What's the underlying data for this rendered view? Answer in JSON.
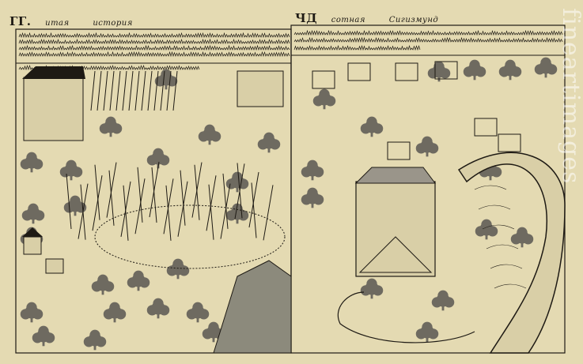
{
  "left_panel": {
    "number": "ГГ.",
    "heading_words": [
      "итая",
      "история"
    ]
  },
  "right_panel": {
    "number": "ЧД",
    "heading_words": [
      "сотная",
      "Сигизмунд"
    ]
  },
  "watermark": "fineartimages",
  "colors": {
    "paper": "#e4dab2",
    "ink": "#1e1a14",
    "tree": "#6e6a60"
  }
}
